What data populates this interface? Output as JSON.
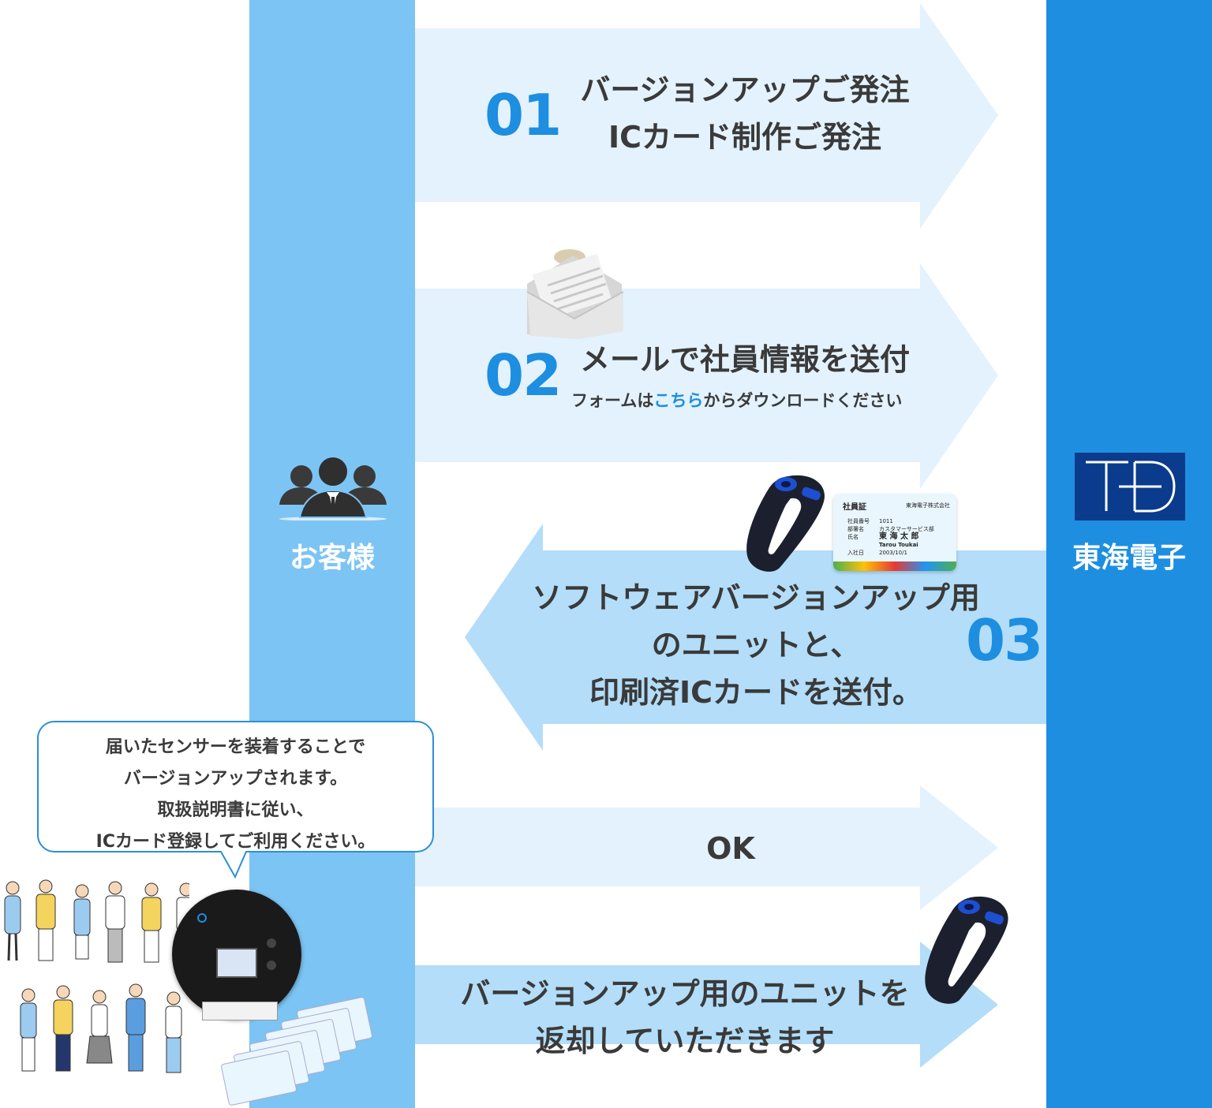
{
  "customer": {
    "label": "お客様",
    "icon": "business-people-icon"
  },
  "company": {
    "label": "東海電子",
    "logo_text": "TD",
    "logo_color": "#0b3b8c"
  },
  "colors": {
    "customer_column": "#7cc4f3",
    "company_column": "#1e8fe0",
    "arrow_light": "#e3f2fd",
    "arrow_mid": "#b3ddf8",
    "accent": "#1d8ee0"
  },
  "steps": [
    {
      "number": "01",
      "line1": "バージョンアップご発注",
      "line2": "ICカード制作ご発注",
      "direction": "to-company"
    },
    {
      "number": "02",
      "title": "メールで社員情報を送付",
      "sub_prefix": "フォームは",
      "sub_link": "こちら",
      "sub_suffix": "からダウンロードください",
      "direction": "to-company",
      "icon": "mail-envelope-icon"
    },
    {
      "number": "03",
      "line1": "ソフトウェアバージョンアップ用",
      "line2": "のユニットと、",
      "line3": "印刷済ICカードを送付。",
      "direction": "to-customer",
      "images": [
        "sensor-unit-icon",
        "employee-id-card"
      ]
    },
    {
      "label": "OK",
      "direction": "to-company"
    },
    {
      "line1": "バージョンアップ用のユニットを",
      "line2": "返却していただきます",
      "direction": "to-company",
      "images": [
        "sensor-unit-icon"
      ]
    }
  ],
  "bubble": {
    "line1": "届いたセンサーを装着することで",
    "line2": "バージョンアップされます。",
    "line3": "取扱説明書に従い、",
    "line4": "ICカード登録してご利用ください。"
  },
  "id_card": {
    "title": "社員証",
    "company": "東海電子株式会社",
    "field_no": "社員番号",
    "value_no": "1011",
    "field_dept": "部署名",
    "value_dept": "カスタマーサービス部",
    "field_name": "氏名",
    "value_name": "東 海 太 郎",
    "value_romaji": "Tarou Toukai",
    "field_date": "入社日",
    "value_date": "2003/10/1"
  }
}
